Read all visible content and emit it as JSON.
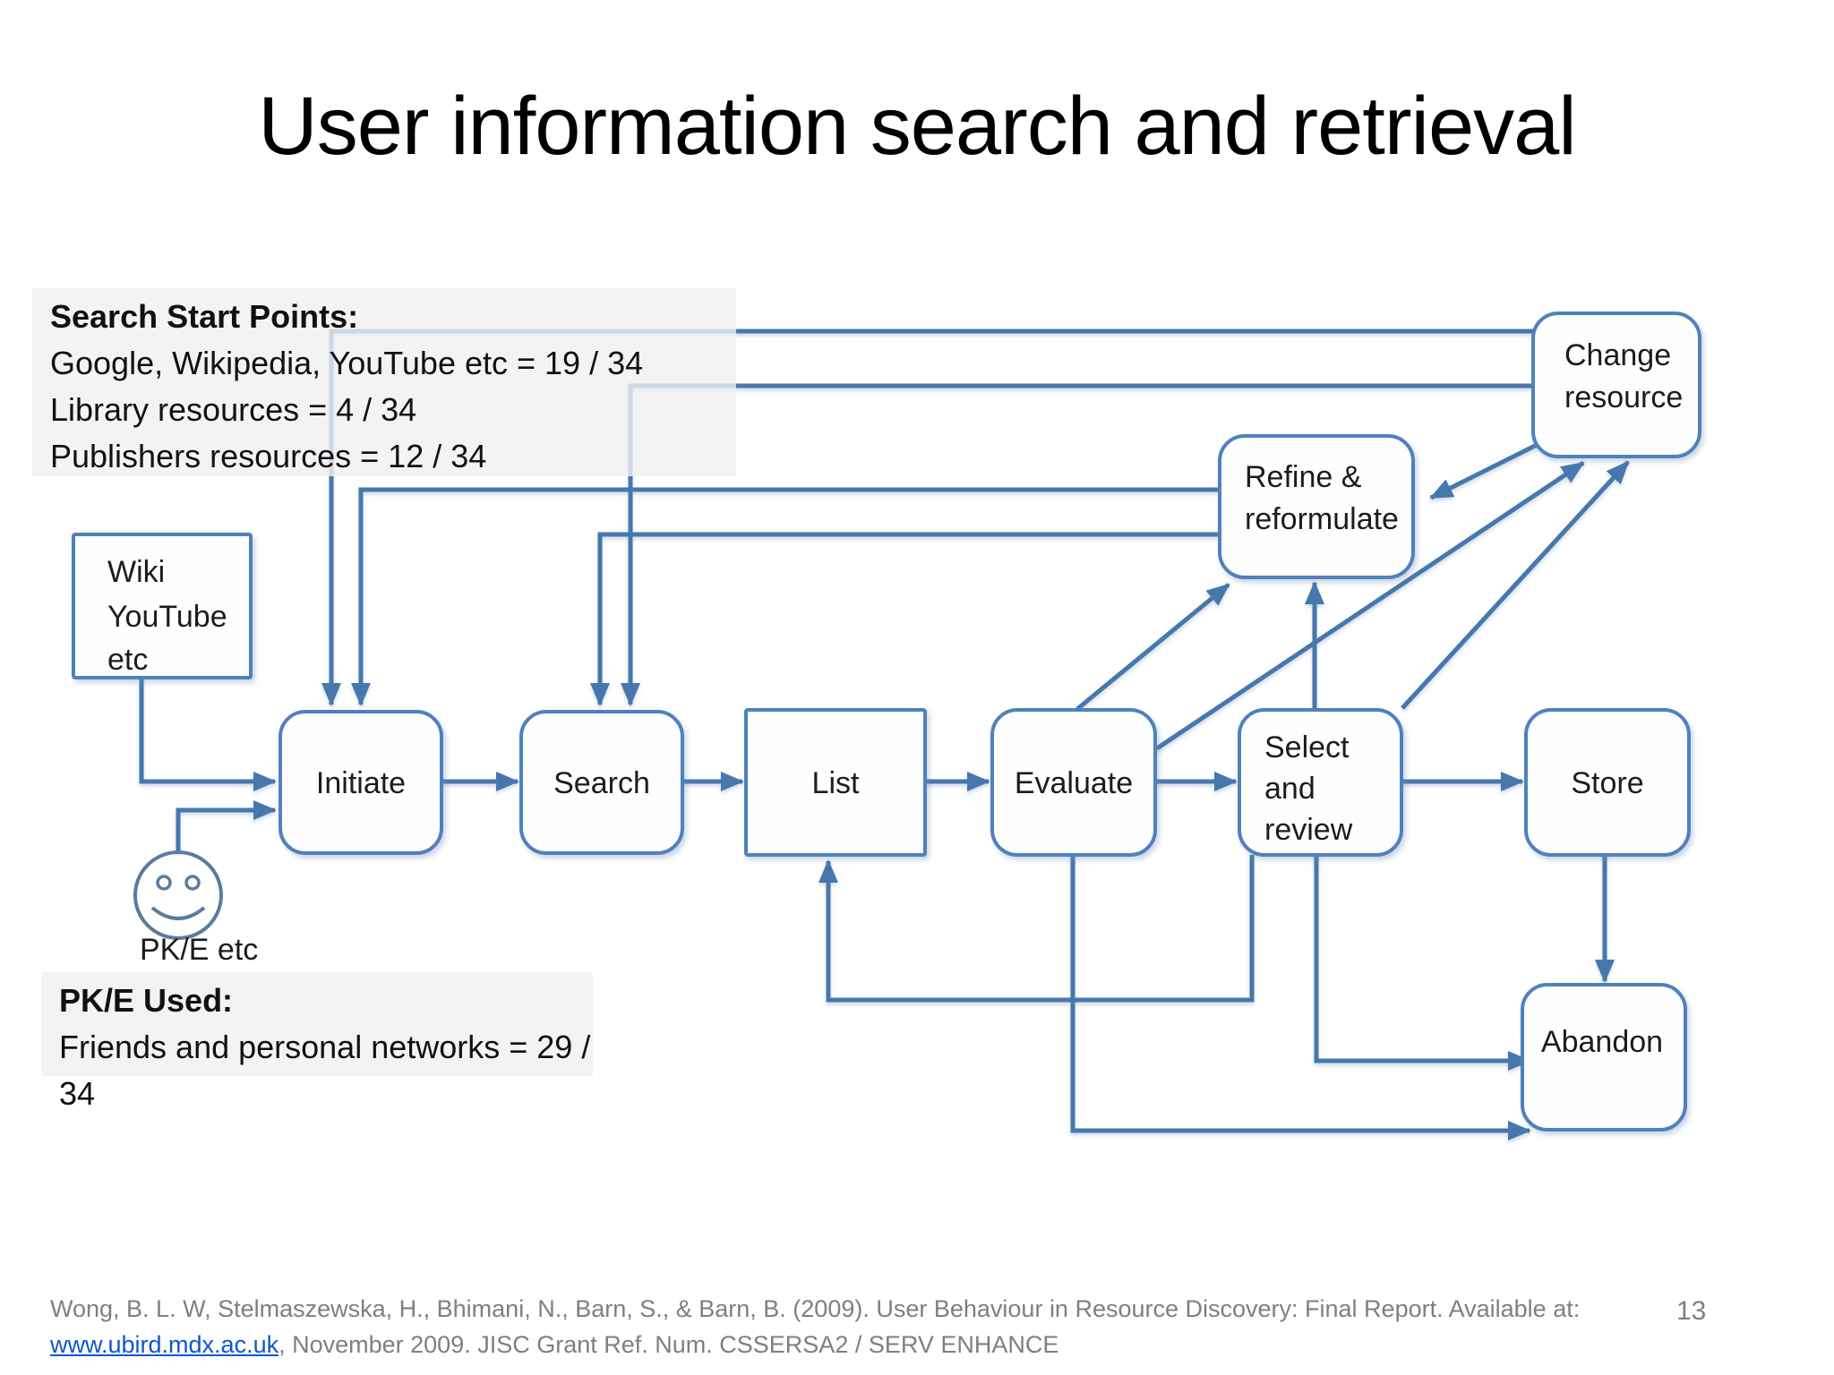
{
  "slide": {
    "title": "User information search and retrieval",
    "page_number": "13"
  },
  "panels": {
    "search_start_points": {
      "heading": "Search Start Points:",
      "lines": [
        "Google, Wikipedia, YouTube etc = 19 / 34",
        "Library resources = 4 / 34",
        "Publishers resources = 12 / 34"
      ]
    },
    "pke_used": {
      "heading": "PK/E Used:",
      "lines": [
        "Friends and personal networks = 29 / 34"
      ]
    }
  },
  "diagram": {
    "nodes": {
      "wiki": [
        "Wiki",
        "YouTube",
        "etc"
      ],
      "initiate": "Initiate",
      "search": "Search",
      "list": "List",
      "evaluate": "Evaluate",
      "select": [
        "Select",
        "and",
        "review"
      ],
      "store": "Store",
      "refine": [
        "Refine &",
        "reformulate"
      ],
      "change": [
        "Change",
        "resource"
      ],
      "abandon": "Abandon"
    },
    "actor_label": "PK/E etc",
    "edges": [
      "Wiki/YouTube etc → Initiate",
      "PK/E etc → Initiate",
      "Initiate → Search",
      "Search → List",
      "List → Evaluate",
      "Evaluate → Select and review",
      "Select and review → Store",
      "Evaluate → Refine & reformulate",
      "Select and review → Refine & reformulate",
      "Evaluate → Change resource",
      "Select and review → Change resource",
      "Change resource → Refine & reformulate",
      "Change resource → Initiate",
      "Change resource → Search",
      "Refine & reformulate → Initiate",
      "Refine & reformulate → Search",
      "Select and review → List",
      "Select and review → Abandon",
      "Evaluate → Abandon",
      "Store → Abandon"
    ]
  },
  "footer": {
    "citation_line1": "Wong, B. L. W, Stelmaszewska, H., Bhimani, N., Barn, S., & Barn, B. (2009). User Behaviour in Resource Discovery: Final Report. Available at:",
    "link_text": "www.ubird.mdx.ac.uk",
    "citation_line2_rest": ", November 2009. JISC Grant Ref. Num. CSSERSA2 / SERV ENHANCE"
  },
  "colors": {
    "accent": "#4f81bd",
    "line": "#4678ae",
    "panel_bg": "#f0f0f0",
    "footer_text": "#7f7f7f",
    "link": "#0b57d0",
    "title_text": "#000000"
  }
}
